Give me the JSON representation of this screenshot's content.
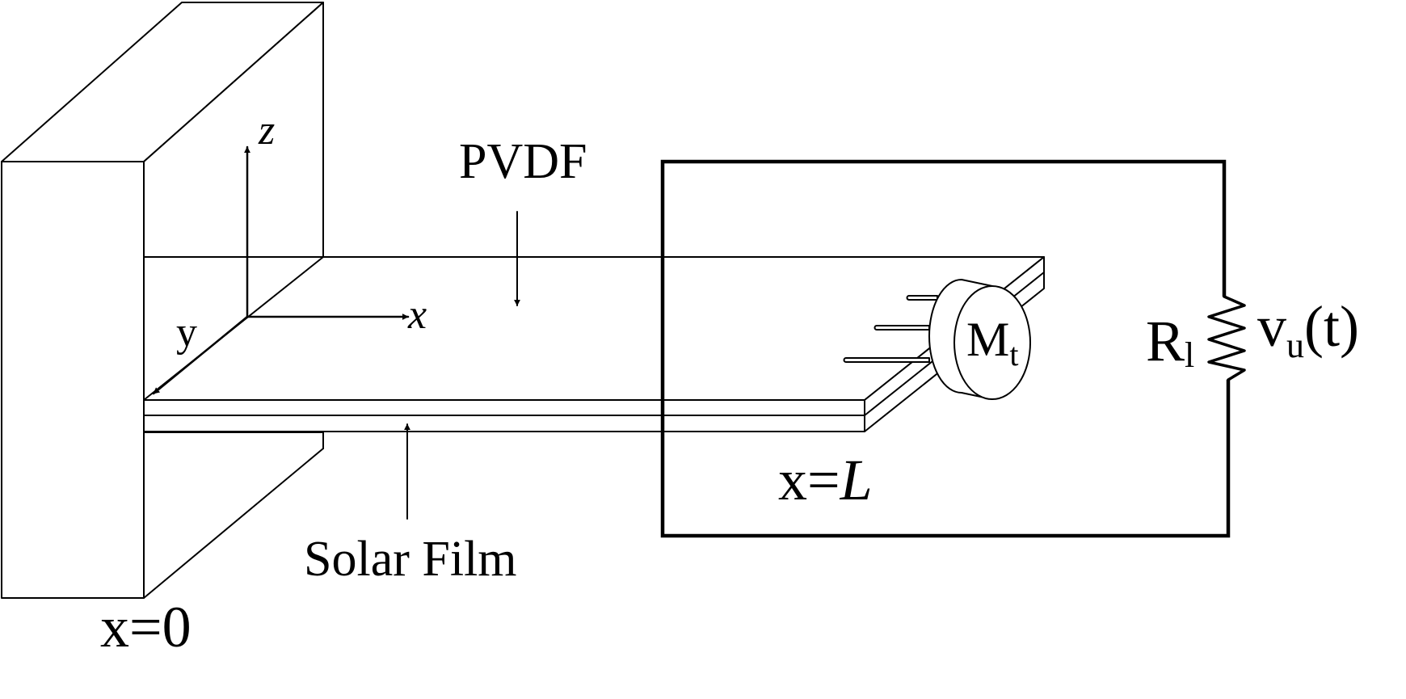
{
  "labels": {
    "axis_z": "z",
    "axis_x": "x",
    "axis_y": "y",
    "pvdf": "PVDF",
    "solar_film": "Solar Film",
    "x0": "x=0",
    "xL_prefix": "x=",
    "xL_var": "L",
    "mass_base": "M",
    "mass_sub": "t",
    "resistor_base": "R",
    "resistor_sub": "l",
    "voltage_base": "v",
    "voltage_sub": "u",
    "voltage_suffix": "(t)"
  }
}
